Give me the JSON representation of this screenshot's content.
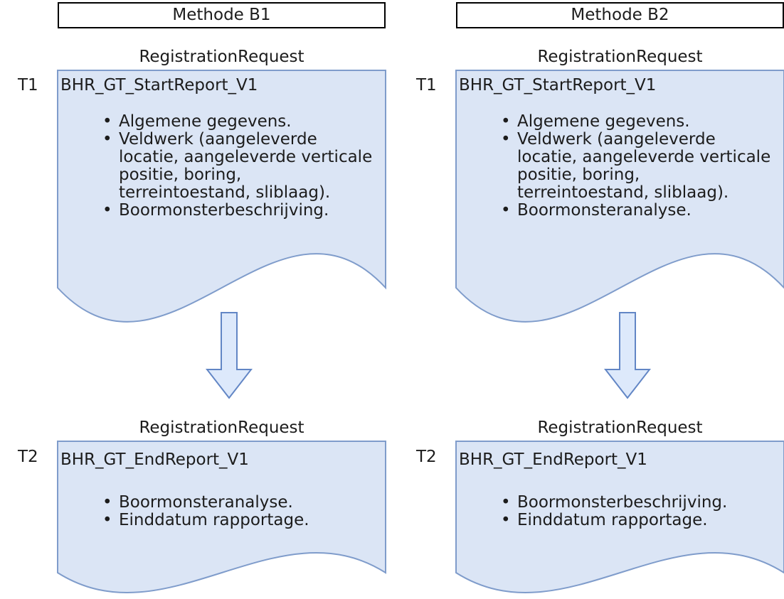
{
  "diagram": {
    "glyphs": {
      "bullet": "•",
      "arrow": "down-block-arrow"
    },
    "colors": {
      "document_fill": "#dbe5f5",
      "document_stroke": "#7f9ccb",
      "arrow_fill": "#dde9fb",
      "arrow_stroke": "#6286c5",
      "header_border": "#000000",
      "text": "#1c1c1c"
    },
    "columns": [
      {
        "header": "Methode B1",
        "t1": {
          "step_label": "T1",
          "request_label": "RegistrationRequest",
          "title": "BHR_GT_StartReport_V1",
          "bullets": [
            "Algemene gegevens.",
            "Veldwerk (aangeleverde\nlocatie, aangeleverde verticale\npositie, boring,\nterreintoestand, sliblaag).",
            "Boormonsterbeschrijving."
          ]
        },
        "arrow_icon": "down-block-arrow",
        "t2": {
          "step_label": "T2",
          "request_label": "RegistrationRequest",
          "title": "BHR_GT_EndReport_V1",
          "bullets": [
            "Boormonsteranalyse.",
            "Einddatum rapportage."
          ]
        }
      },
      {
        "header": "Methode B2",
        "t1": {
          "step_label": "T1",
          "request_label": "RegistrationRequest",
          "title": "BHR_GT_StartReport_V1",
          "bullets": [
            "Algemene gegevens.",
            "Veldwerk (aangeleverde\nlocatie, aangeleverde verticale\npositie, boring,\nterreintoestand, sliblaag).",
            "Boormonsteranalyse."
          ]
        },
        "arrow_icon": "down-block-arrow",
        "t2": {
          "step_label": "T2",
          "request_label": "RegistrationRequest",
          "title": "BHR_GT_EndReport_V1",
          "bullets": [
            "Boormonsterbeschrijving.",
            "Einddatum rapportage."
          ]
        }
      }
    ]
  }
}
